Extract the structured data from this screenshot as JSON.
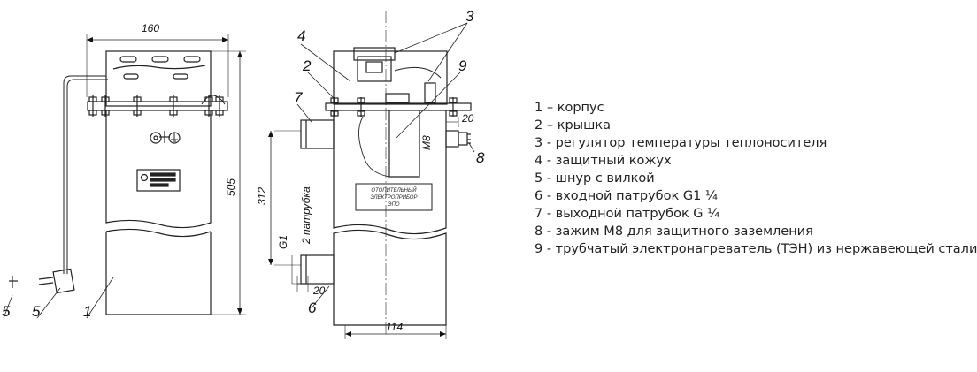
{
  "dimensions": {
    "width_160": "160",
    "height_505": "505",
    "height_312": "312",
    "offset_20_top": "20",
    "offset_20_bottom": "20",
    "width_114": "114",
    "thread_m8": "M8",
    "thread_g1": "G1",
    "pipe_label": "2 патрубка"
  },
  "callouts": {
    "c1": "1",
    "c2": "2",
    "c3": "3",
    "c4": "4",
    "c5a": "5",
    "c5b": "5",
    "c6": "6",
    "c7": "7",
    "c8": "8",
    "c9": "9"
  },
  "nameplate": {
    "line1": "ОТОПИТЕЛЬНЫЙ",
    "line2": "ЭЛЕКТРОПРИБОР",
    "line3": "ЭПО"
  },
  "legend": [
    "1 – корпус",
    "2 – крышка",
    "3 - регулятор температуры теплоносителя",
    "4 - защитный кожух",
    "5 - шнур с вилкой",
    "6 - входной патрубок G1 ¼",
    "7 - выходной патрубок G ¼",
    "8 - зажим M8 для защитного заземления",
    "9 - трубчатый электронагреватель (ТЭН) из нержавеющей стали"
  ]
}
